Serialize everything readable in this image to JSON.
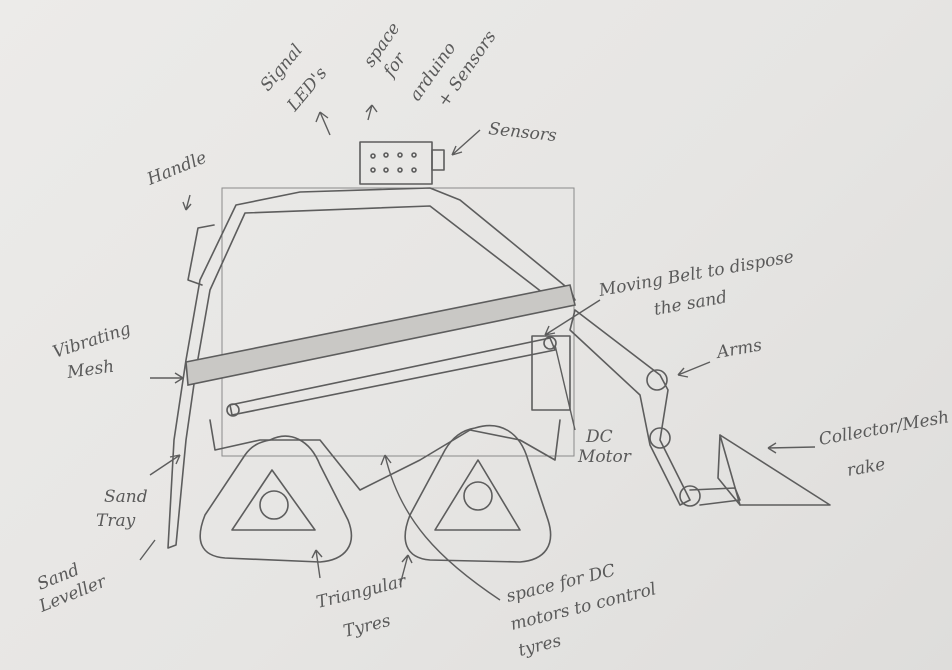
{
  "labels": {
    "signal_leds": [
      "Signal",
      "LED's"
    ],
    "space_arduino": [
      "space",
      "for",
      "arduino",
      "+ Sensors"
    ],
    "sensors": "Sensors",
    "handle": "Handle",
    "moving_belt": [
      "Moving Belt to dispose",
      "the sand"
    ],
    "arms": "Arms",
    "vibrating_mesh": [
      "Vibrating",
      "Mesh"
    ],
    "dc_motor": [
      "DC",
      "Motor"
    ],
    "collector": [
      "Collector/Mesh",
      "rake"
    ],
    "sand_tray": [
      "Sand",
      "Tray"
    ],
    "sand_leveller": [
      "Sand",
      "Leveller"
    ],
    "triangular_tyres": [
      "Triangular",
      "Tyres"
    ],
    "space_dc_motors": [
      "space for DC",
      "motors to control",
      "tyres"
    ]
  }
}
